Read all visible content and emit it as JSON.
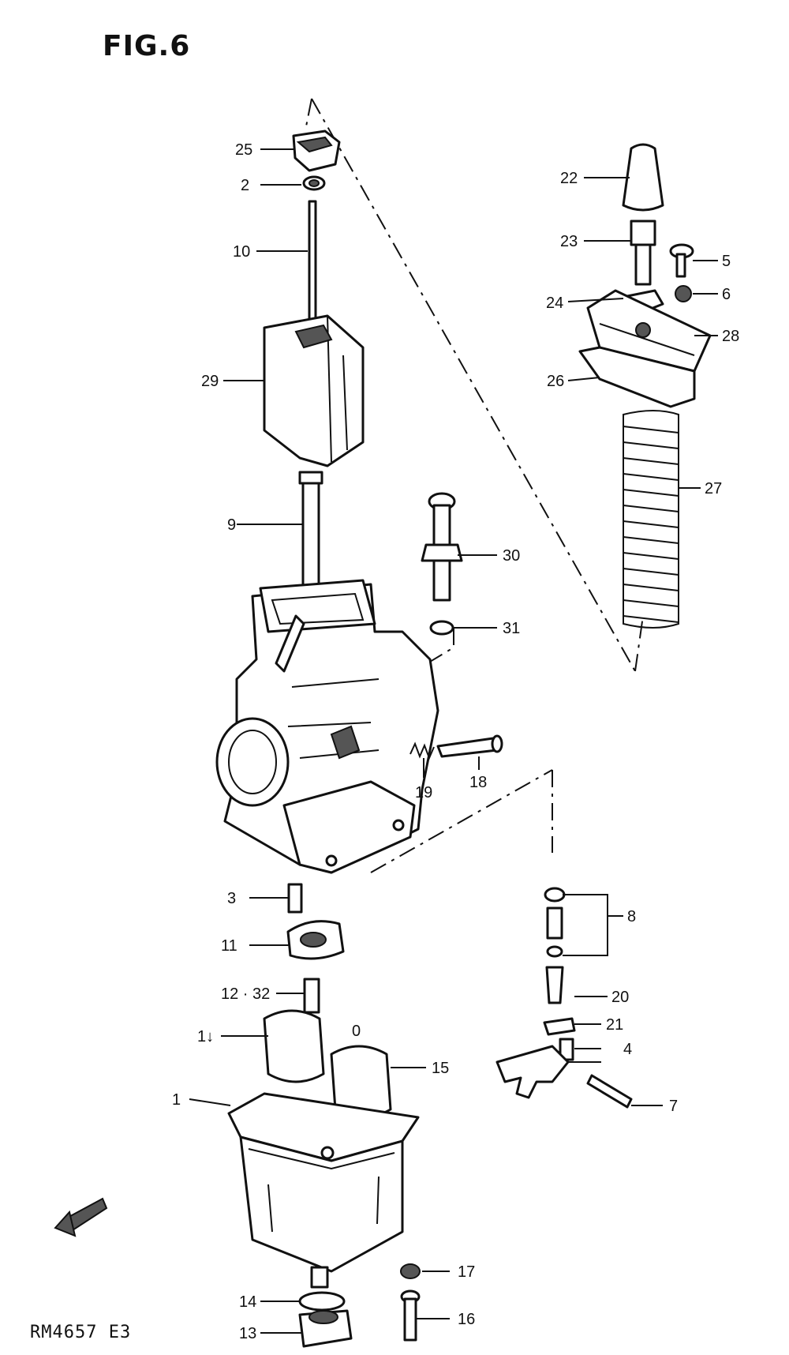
{
  "figure": {
    "title": "FIG.6",
    "code": "RM4657 E3",
    "fwd_mark": "FWD"
  },
  "callouts": {
    "p25": "25",
    "p2": "2",
    "p10a": "10",
    "p29": "29",
    "p9": "9",
    "p22": "22",
    "p23": "23",
    "p5": "5",
    "p24": "24",
    "p6": "6",
    "p28": "28",
    "p26": "26",
    "p27": "27",
    "p30": "30",
    "p31": "31",
    "p18": "18",
    "p19": "19",
    "p3": "3",
    "p11": "11",
    "p1232": "12 · 32",
    "p1a": "1↓",
    "p0": "0",
    "p15": "15",
    "p1b": "1",
    "p8": "8",
    "p20": "20",
    "p21": "21",
    "p4": "4",
    "p7": "7",
    "p17": "17",
    "p14": "14",
    "p16": "16",
    "p13": "13"
  }
}
